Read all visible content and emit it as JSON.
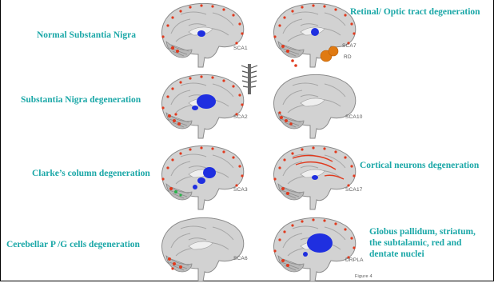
{
  "labels": {
    "normal": "Normal Substantia Nigra",
    "retinal": "Retinal/ Optic tract degeneration",
    "sn_degeneration": "Substantia Nigra degeneration",
    "clarke": "Clarke’s column degeneration",
    "cortical": "Cortical neurons degeneration",
    "cerebellar": "Cerebellar P /G cells degeneration",
    "globus_line1": "Globus pallidum, striatum,",
    "globus_line2": "the subtalamic, red and",
    "globus_line3": "dentate nuclei"
  },
  "codes": {
    "sca1": "SCA1",
    "sca7": "SCA7",
    "rd": "RD",
    "sca2": "SCA2",
    "sca10": "SCA10",
    "sca3": "SCA3",
    "sca17": "SCA17",
    "sca6": "SCA6",
    "drpla": "DRPLA",
    "figure": "Figure 4"
  },
  "colors": {
    "label": "#1aa7a7",
    "lesion_red": "#e03a1e",
    "nucleus_blue": "#1f2fe0",
    "brain_gray": "#c9c9c9",
    "retina_orange": "#e07a12"
  }
}
